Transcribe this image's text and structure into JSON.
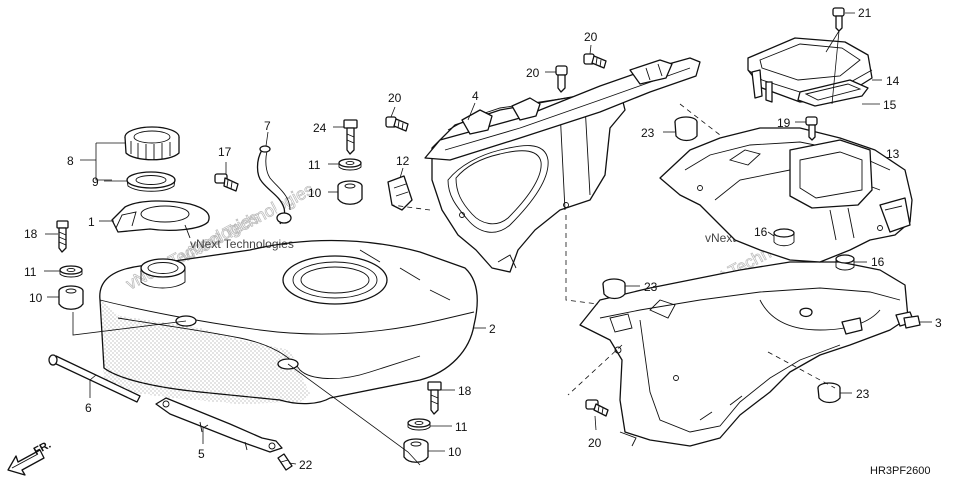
{
  "diagram_code": "HR3PF2600",
  "direction_label": "FR.",
  "watermark": "vNext Technologies",
  "callouts": [
    {
      "id": "c8",
      "label": "8"
    },
    {
      "id": "c9",
      "label": "9"
    },
    {
      "id": "c1",
      "label": "1"
    },
    {
      "id": "c18a",
      "label": "18"
    },
    {
      "id": "c11a",
      "label": "11"
    },
    {
      "id": "c10a",
      "label": "10"
    },
    {
      "id": "c6",
      "label": "6"
    },
    {
      "id": "c5",
      "label": "5"
    },
    {
      "id": "c22",
      "label": "22"
    },
    {
      "id": "c17",
      "label": "17"
    },
    {
      "id": "c7",
      "label": "7"
    },
    {
      "id": "c24",
      "label": "24"
    },
    {
      "id": "c11b",
      "label": "11"
    },
    {
      "id": "c10b",
      "label": "10"
    },
    {
      "id": "c20a",
      "label": "20"
    },
    {
      "id": "c4",
      "label": "4"
    },
    {
      "id": "c12",
      "label": "12"
    },
    {
      "id": "c20b",
      "label": "20"
    },
    {
      "id": "c20c",
      "label": "20"
    },
    {
      "id": "c2",
      "label": "2"
    },
    {
      "id": "c18b",
      "label": "18"
    },
    {
      "id": "c11c",
      "label": "11"
    },
    {
      "id": "c10c",
      "label": "10"
    },
    {
      "id": "c21",
      "label": "21"
    },
    {
      "id": "c14",
      "label": "14"
    },
    {
      "id": "c15",
      "label": "15"
    },
    {
      "id": "c23a",
      "label": "23"
    },
    {
      "id": "c19",
      "label": "19"
    },
    {
      "id": "c13",
      "label": "13"
    },
    {
      "id": "c16a",
      "label": "16"
    },
    {
      "id": "c16b",
      "label": "16"
    },
    {
      "id": "c23b",
      "label": "23"
    },
    {
      "id": "c3",
      "label": "3"
    },
    {
      "id": "c23c",
      "label": "23"
    },
    {
      "id": "c20d",
      "label": "20"
    }
  ]
}
